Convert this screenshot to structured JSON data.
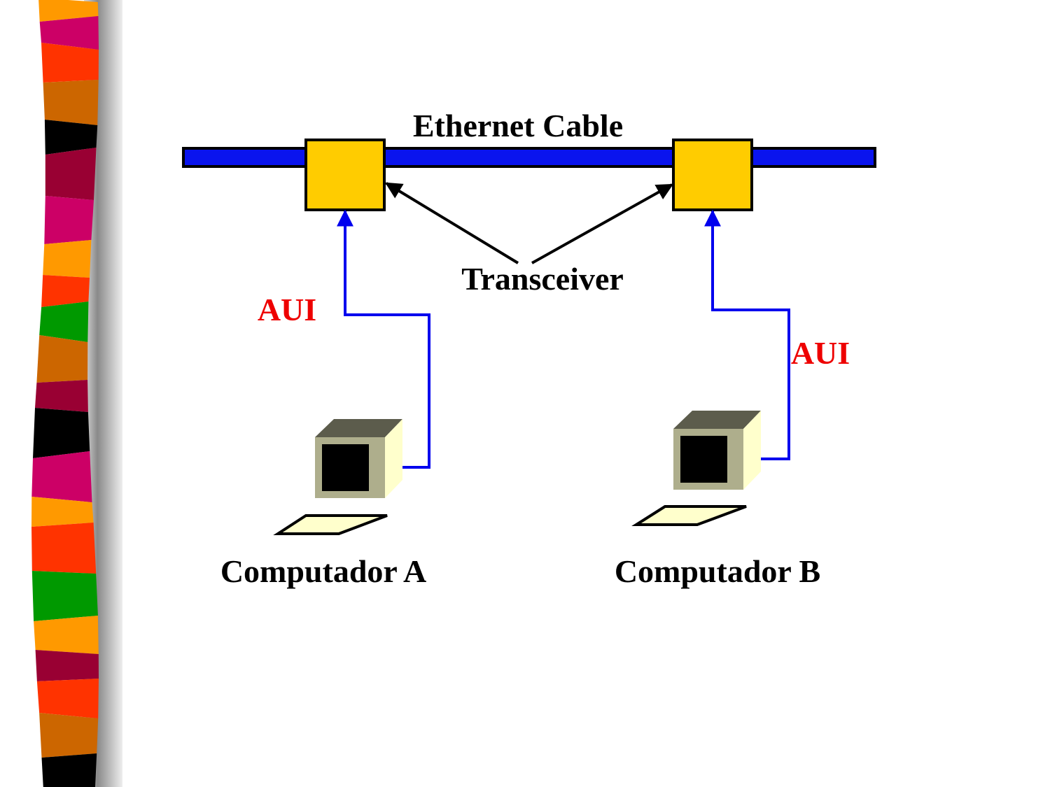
{
  "diagram": {
    "cable_label": "Ethernet Cable",
    "transceiver_label": "Transceiver",
    "aui_label_a": "AUI",
    "aui_label_b": "AUI",
    "computer_a_label": "Computador A",
    "computer_b_label": "Computador B"
  },
  "colors": {
    "cable": "#0a14ee",
    "transceiver": "#ffcc00",
    "aui_line": "#0000ee",
    "aui_text": "#ee0000",
    "monitor_face": "#aeae8c",
    "monitor_top": "#5c5c4c",
    "monitor_side": "#ffffcc",
    "keyboard": "#ffffcc"
  },
  "decor": {
    "stripe_colors": [
      "#ff9900",
      "#cc0066",
      "#ff3300",
      "#cc6600",
      "#000000",
      "#990033",
      "#cc0066",
      "#ff9900",
      "#ff3300",
      "#009900",
      "#cc6600",
      "#990033",
      "#000000",
      "#cc0066",
      "#ff9900",
      "#ff3300",
      "#009900",
      "#ff9900",
      "#990033",
      "#ff3300",
      "#cc6600",
      "#000000"
    ]
  }
}
